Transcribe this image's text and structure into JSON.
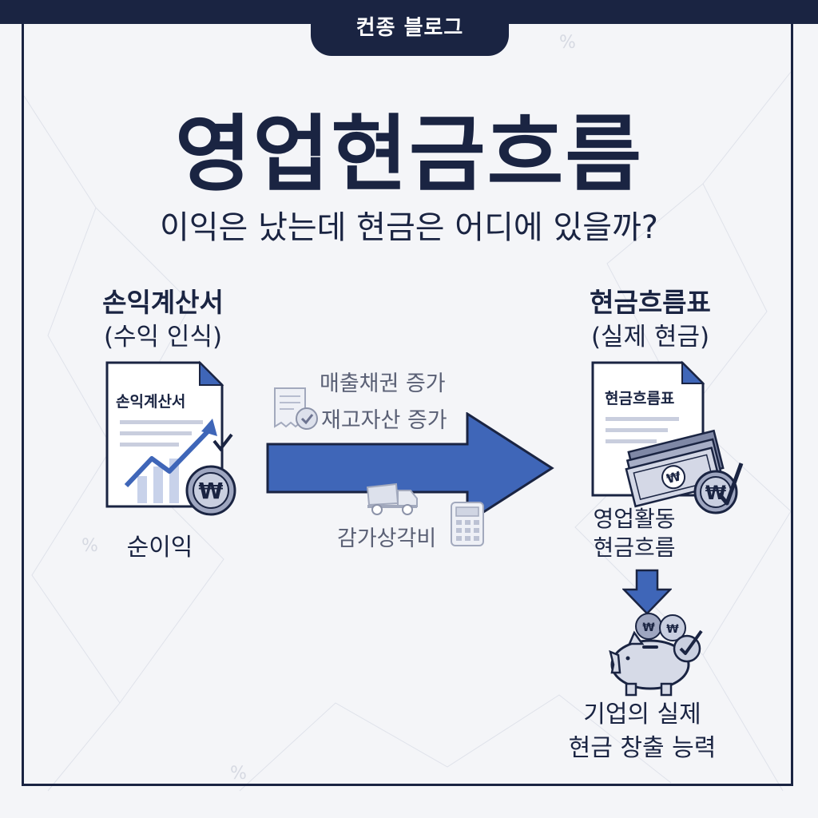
{
  "blog_tab": {
    "label": "컨종 블로그"
  },
  "header": {
    "title": "영업현금흐름",
    "subtitle": "이익은 났는데 현금은 어디에 있을까?"
  },
  "left": {
    "title": "손익계산서",
    "subtitle": "(수익 인식)",
    "doc_title": "손익계산서",
    "result_label": "순이익"
  },
  "middle": {
    "items": [
      "매출채권 증가",
      "재고자산 증가",
      "감가상각비"
    ]
  },
  "right": {
    "title": "현금흐름표",
    "subtitle": "(실제 현금)",
    "doc_title": "현금흐름표",
    "operating_label_line1": "영업활동",
    "operating_label_line2": "현금흐름",
    "final_label_line1": "기업의 실제",
    "final_label_line2": "현금 창출 능력"
  },
  "icons": {
    "currency_symbol": "₩",
    "names": [
      "document-icon",
      "rising-chart-icon",
      "won-coin-icon",
      "receipt-icon",
      "truck-icon",
      "calculator-icon",
      "banknote-stack-icon",
      "piggy-bank-icon",
      "checkmark-icon",
      "percent-icon"
    ]
  },
  "colors": {
    "navy": "#1a2442",
    "arrow_blue": "#3f66b8",
    "background": "#f4f5f8",
    "muted_gray": "#5a6075"
  }
}
